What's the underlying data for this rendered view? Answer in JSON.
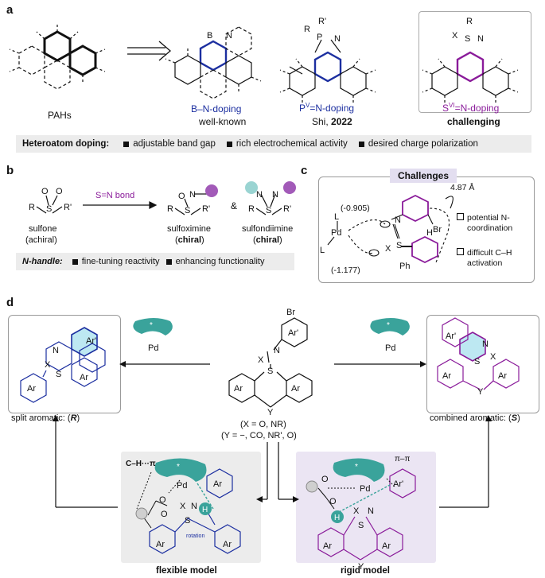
{
  "panels": {
    "a": {
      "label": "a",
      "pahs": "PAHs",
      "bn_title": "B–N-doping",
      "bn_sub": "well-known",
      "pv_title_pre": "P",
      "pv_title_sup": "V",
      "pv_title_post": "=N-doping",
      "pv_sub_pre": "Shi, ",
      "pv_sub_year": "2022",
      "svi_title_pre": "S",
      "svi_title_sup": "VI",
      "svi_title_post": "=N-doping",
      "svi_sub": "challenging",
      "bar_title": "Heteroatom doping:",
      "bar_items": [
        "adjustable band gap",
        "rich electrochemical activity",
        "desired charge polarization"
      ],
      "atoms": {
        "b": "B",
        "n": "N",
        "p": "P",
        "r": "R",
        "rp": "R'",
        "s": "S",
        "x": "X"
      }
    },
    "b": {
      "label": "b",
      "arrow_label": "S=N bond",
      "amp": "&",
      "sulfone": "sulfone",
      "sulfone_sub": "(achiral)",
      "sulfoximine": "sulfoximine",
      "sulfoximine_sub": "chiral",
      "sulfondiimine": "sulfondiimine",
      "sulfondiimine_sub": "chiral",
      "bar_title": "N-handle:",
      "bar_items": [
        "fine-tuning reactivity",
        "enhancing functionality"
      ]
    },
    "c": {
      "label": "c",
      "title": "Challenges",
      "charge1": "(-0.905)",
      "charge2": "(-1.177)",
      "distance": "4.87 Å",
      "item1_line1": "potential N-",
      "item1_line2": "coordination",
      "item2_line1": "difficult C–H",
      "item2_line2": "activation",
      "atoms": {
        "pd": "Pd",
        "l": "L",
        "br": "Br",
        "h": "H",
        "x": "X",
        "ph": "Ph",
        "s": "S",
        "n": "N"
      }
    },
    "d": {
      "label": "d",
      "pd": "Pd",
      "center_line1": "(X = O, NR)",
      "center_line2": "(Y = −, CO, NR', O)",
      "left_caption_pre": "split aromatic: (",
      "left_caption_letter": "R",
      "left_caption_post": ")",
      "right_caption_pre": "combined aromatic: (",
      "right_caption_letter": "S",
      "right_caption_post": ")",
      "flexible": "flexible model",
      "rigid": "rigid model",
      "ch_pi": "C–H···π",
      "pi_pi": "π–π",
      "rotation": "rotation",
      "atoms": {
        "ar": "Ar",
        "arp": "Ar'",
        "br": "Br",
        "x": "X",
        "n": "N",
        "s": "S",
        "y": "Y",
        "h": "H",
        "o": "O",
        "star": "*"
      }
    }
  },
  "colors": {
    "blue": "#1c2fa0",
    "purple": "#8a1b9a",
    "teal": "#3aa39b",
    "teal_light": "#bfe6ea",
    "lavender": "#ebe5f3",
    "grey_panel": "#ececec",
    "cyan_fill": "#bde8f2"
  }
}
